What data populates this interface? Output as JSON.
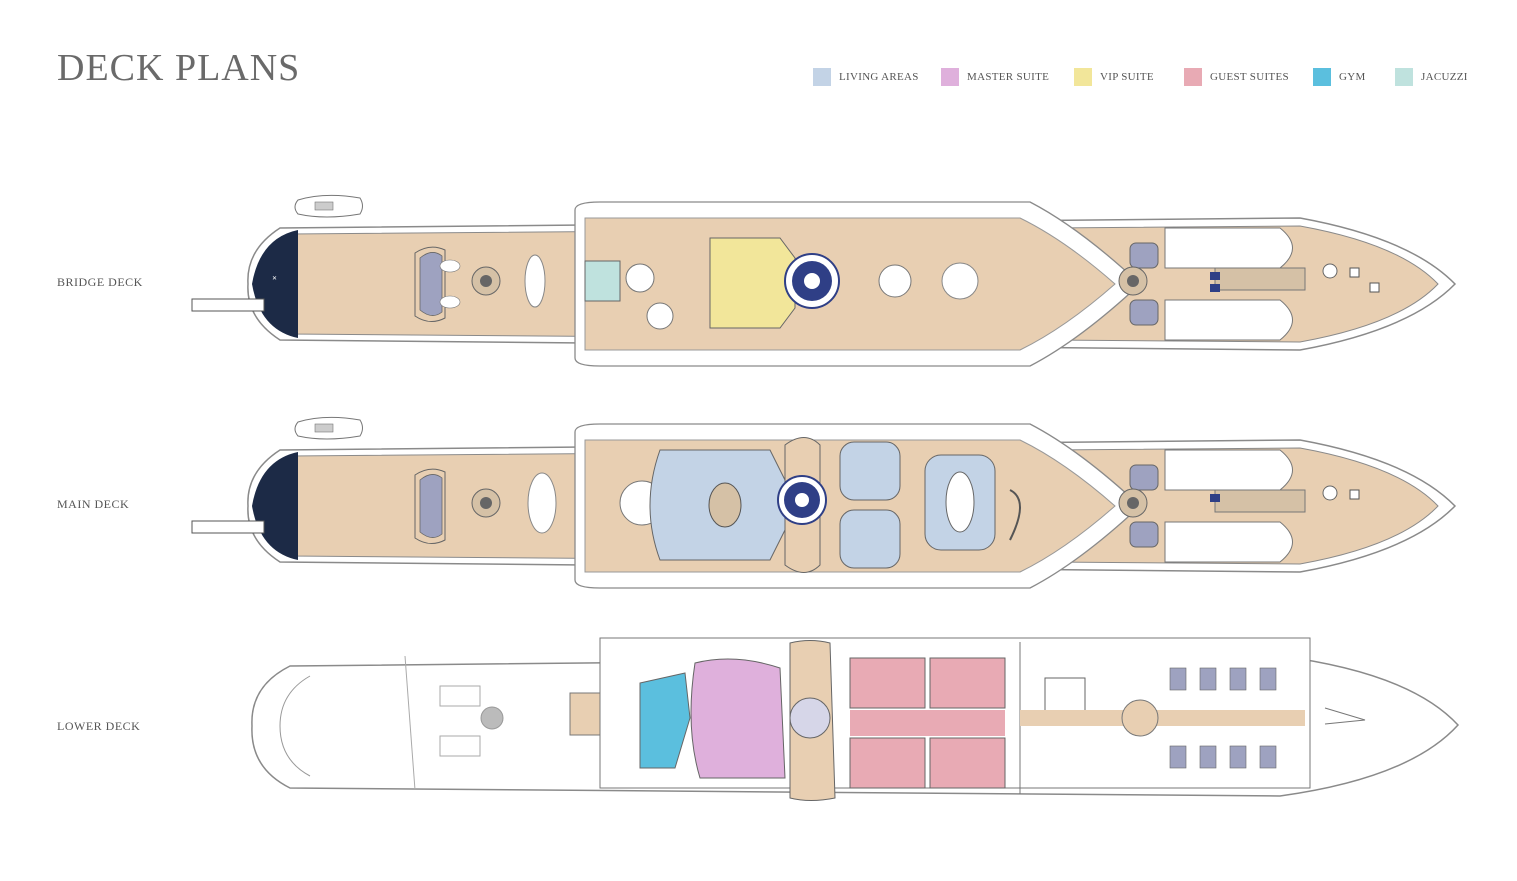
{
  "header": {
    "title": "DECK PLANS"
  },
  "legend": [
    {
      "label": "LIVING AREAS",
      "color": "#c3d3e6"
    },
    {
      "label": "MASTER SUITE",
      "color": "#dfb0dc"
    },
    {
      "label": "VIP SUITE",
      "color": "#f2e69a"
    },
    {
      "label": "GUEST SUITES",
      "color": "#e8aab4"
    },
    {
      "label": "GYM",
      "color": "#5bbfde"
    },
    {
      "label": "JACUZZI",
      "color": "#bfe2de"
    }
  ],
  "decks": [
    {
      "label": "BRIDGE DECK"
    },
    {
      "label": "MAIN DECK"
    },
    {
      "label": "LOWER DECK"
    }
  ],
  "colors": {
    "deck_wood": "#e8cfb2",
    "hull_line": "#8a8a8a",
    "hull_navy": "#1c2a46",
    "furniture": "#8e93b4",
    "stair_blue": "#2f3f86"
  }
}
